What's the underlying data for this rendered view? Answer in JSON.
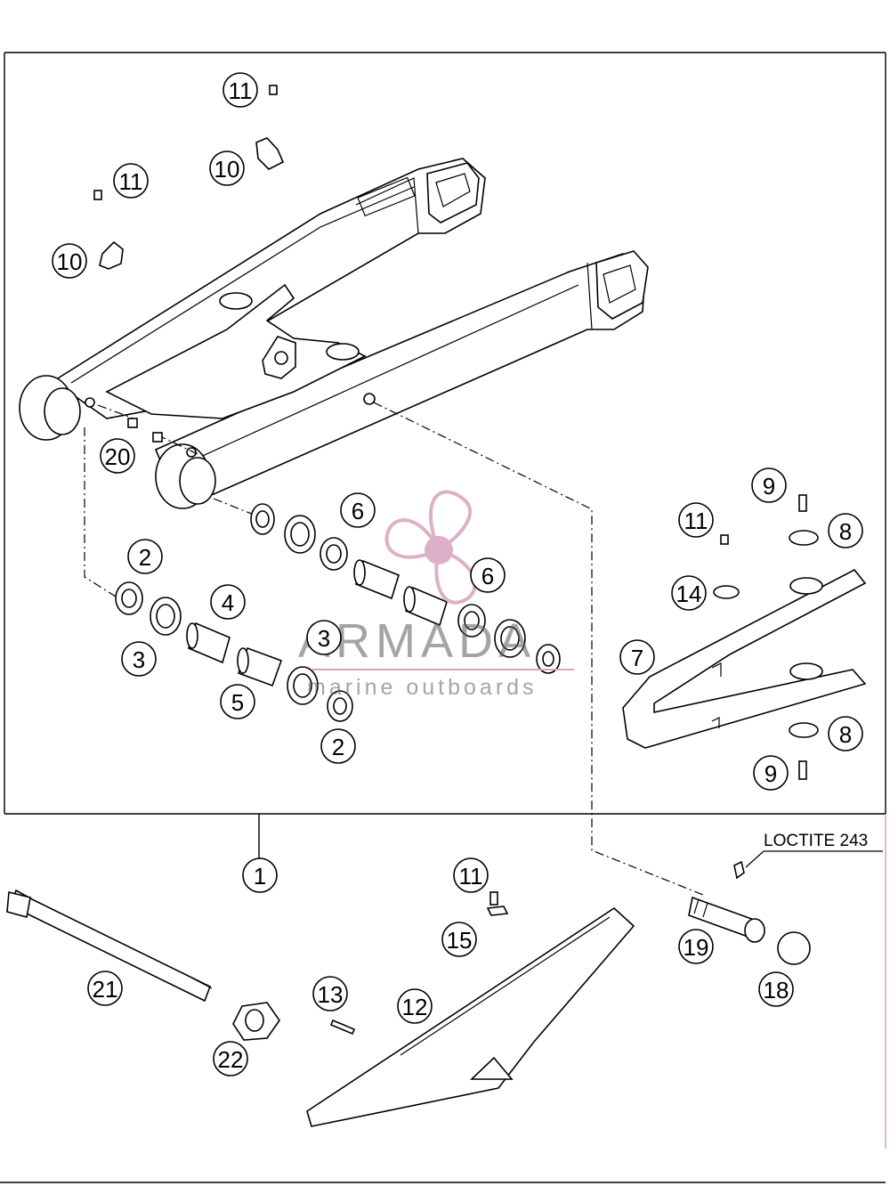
{
  "diagram": {
    "annotation": "LOCTITE 243",
    "watermark": {
      "brand": "ARMADA",
      "tagline": "marine outboards",
      "accent_color": "#d9a3bf"
    },
    "callouts": [
      {
        "id": "c11a",
        "text": "11"
      },
      {
        "id": "c10a",
        "text": "10"
      },
      {
        "id": "c11b",
        "text": "11"
      },
      {
        "id": "c10b",
        "text": "10"
      },
      {
        "id": "c20",
        "text": "20"
      },
      {
        "id": "c6a",
        "text": "6"
      },
      {
        "id": "c2a",
        "text": "2"
      },
      {
        "id": "c4",
        "text": "4"
      },
      {
        "id": "c6b",
        "text": "6"
      },
      {
        "id": "c3a",
        "text": "3"
      },
      {
        "id": "c3b",
        "text": "3"
      },
      {
        "id": "c5",
        "text": "5"
      },
      {
        "id": "c2b",
        "text": "2"
      },
      {
        "id": "c9a",
        "text": "9"
      },
      {
        "id": "c11c",
        "text": "11"
      },
      {
        "id": "c8a",
        "text": "8"
      },
      {
        "id": "c14",
        "text": "14"
      },
      {
        "id": "c7",
        "text": "7"
      },
      {
        "id": "c8b",
        "text": "8"
      },
      {
        "id": "c9b",
        "text": "9"
      },
      {
        "id": "c1",
        "text": "1"
      },
      {
        "id": "c11d",
        "text": "11"
      },
      {
        "id": "c15",
        "text": "15"
      },
      {
        "id": "c21",
        "text": "21"
      },
      {
        "id": "c13",
        "text": "13"
      },
      {
        "id": "c12",
        "text": "12"
      },
      {
        "id": "c22",
        "text": "22"
      },
      {
        "id": "c19",
        "text": "19"
      },
      {
        "id": "c18",
        "text": "18"
      }
    ]
  }
}
